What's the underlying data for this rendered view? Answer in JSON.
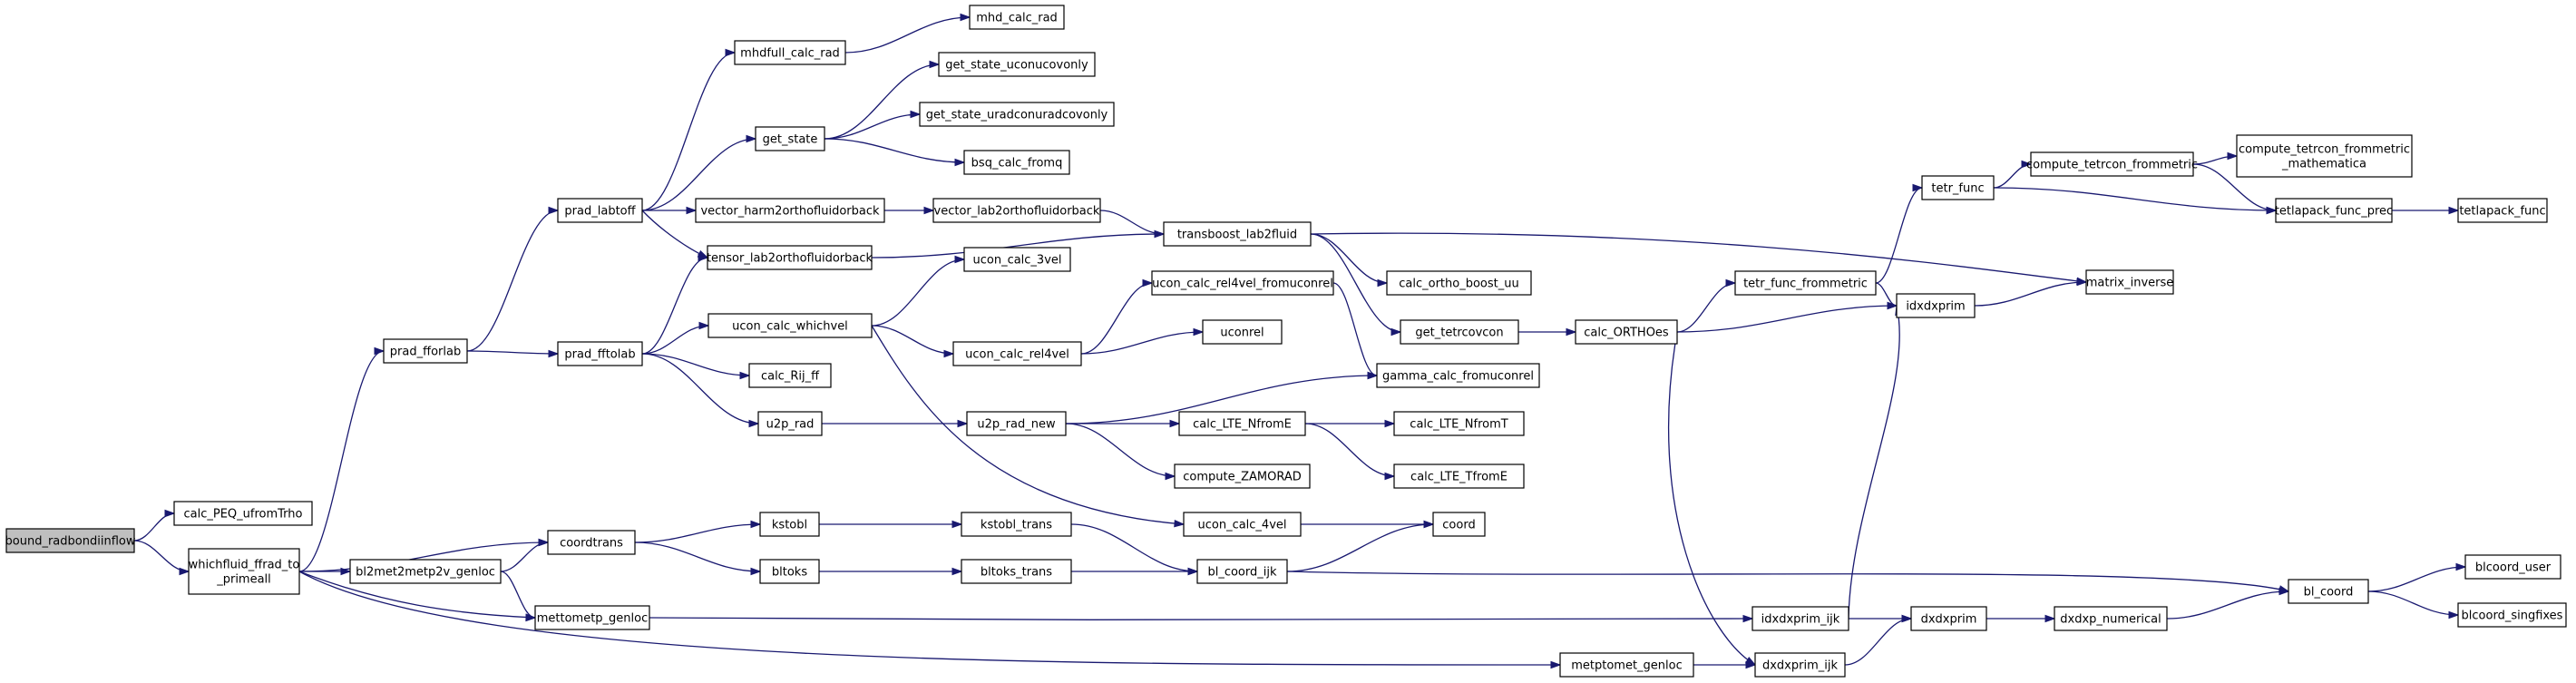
{
  "diagram": {
    "nodes": [
      {
        "id": "bound_radbondiinflow",
        "lines": [
          "bound_radbondiinflow"
        ],
        "root": true
      },
      {
        "id": "calc_PEQ_ufromTrho",
        "lines": [
          "calc_PEQ_ufromTrho"
        ]
      },
      {
        "id": "whichfluid_ffrad_to_primeall",
        "lines": [
          "whichfluid_ffrad_to",
          "_primeall"
        ]
      },
      {
        "id": "prad_fforlab",
        "lines": [
          "prad_fforlab"
        ]
      },
      {
        "id": "bl2met2metp2v_genloc",
        "lines": [
          "bl2met2metp2v_genloc"
        ]
      },
      {
        "id": "coordtrans",
        "lines": [
          "coordtrans"
        ]
      },
      {
        "id": "mettometp_genloc",
        "lines": [
          "mettometp_genloc"
        ]
      },
      {
        "id": "metptomet_genloc",
        "lines": [
          "metptomet_genloc"
        ]
      },
      {
        "id": "prad_labtoff",
        "lines": [
          "prad_labtoff"
        ]
      },
      {
        "id": "prad_fftolab",
        "lines": [
          "prad_fftolab"
        ]
      },
      {
        "id": "mhdfull_calc_rad",
        "lines": [
          "mhdfull_calc_rad"
        ]
      },
      {
        "id": "get_state",
        "lines": [
          "get_state"
        ]
      },
      {
        "id": "vector_harm2orthofluidorback",
        "lines": [
          "vector_harm2orthofluidorback"
        ]
      },
      {
        "id": "tensor_lab2orthofluidorback",
        "lines": [
          "tensor_lab2orthofluidorback"
        ]
      },
      {
        "id": "ucon_calc_whichvel",
        "lines": [
          "ucon_calc_whichvel"
        ]
      },
      {
        "id": "calc_Rij_ff",
        "lines": [
          "calc_Rij_ff"
        ]
      },
      {
        "id": "u2p_rad",
        "lines": [
          "u2p_rad"
        ]
      },
      {
        "id": "kstobl",
        "lines": [
          "kstobl"
        ]
      },
      {
        "id": "bltoks",
        "lines": [
          "bltoks"
        ]
      },
      {
        "id": "mhd_calc_rad",
        "lines": [
          "mhd_calc_rad"
        ]
      },
      {
        "id": "get_state_uconucovonly",
        "lines": [
          "get_state_uconucovonly"
        ]
      },
      {
        "id": "get_state_uradconuradcovonly",
        "lines": [
          "get_state_uradconuradcovonly"
        ]
      },
      {
        "id": "bsq_calc_fromq",
        "lines": [
          "bsq_calc_fromq"
        ]
      },
      {
        "id": "vector_lab2orthofluidorback",
        "lines": [
          "vector_lab2orthofluidorback"
        ]
      },
      {
        "id": "ucon_calc_3vel",
        "lines": [
          "ucon_calc_3vel"
        ]
      },
      {
        "id": "ucon_calc_rel4vel",
        "lines": [
          "ucon_calc_rel4vel"
        ]
      },
      {
        "id": "u2p_rad_new",
        "lines": [
          "u2p_rad_new"
        ]
      },
      {
        "id": "kstobl_trans",
        "lines": [
          "kstobl_trans"
        ]
      },
      {
        "id": "bltoks_trans",
        "lines": [
          "bltoks_trans"
        ]
      },
      {
        "id": "transboost_lab2fluid",
        "lines": [
          "transboost_lab2fluid"
        ]
      },
      {
        "id": "ucon_calc_rel4vel_fromuconrel",
        "lines": [
          "ucon_calc_rel4vel_fromuconrel"
        ]
      },
      {
        "id": "uconrel",
        "lines": [
          "uconrel"
        ]
      },
      {
        "id": "calc_LTE_NfromE",
        "lines": [
          "calc_LTE_NfromE"
        ]
      },
      {
        "id": "compute_ZAMORAD",
        "lines": [
          "compute_ZAMORAD"
        ]
      },
      {
        "id": "ucon_calc_4vel",
        "lines": [
          "ucon_calc_4vel"
        ]
      },
      {
        "id": "bl_coord_ijk",
        "lines": [
          "bl_coord_ijk"
        ]
      },
      {
        "id": "calc_ortho_boost_uu",
        "lines": [
          "calc_ortho_boost_uu"
        ]
      },
      {
        "id": "get_tetrcovcon",
        "lines": [
          "get_tetrcovcon"
        ]
      },
      {
        "id": "gamma_calc_fromuconrel",
        "lines": [
          "gamma_calc_fromuconrel"
        ]
      },
      {
        "id": "calc_LTE_NfromT",
        "lines": [
          "calc_LTE_NfromT"
        ]
      },
      {
        "id": "calc_LTE_TfromE",
        "lines": [
          "calc_LTE_TfromE"
        ]
      },
      {
        "id": "coord",
        "lines": [
          "coord"
        ]
      },
      {
        "id": "calc_ORTHOes",
        "lines": [
          "calc_ORTHOes"
        ]
      },
      {
        "id": "tetr_func_frommetric",
        "lines": [
          "tetr_func_frommetric"
        ]
      },
      {
        "id": "idxdxprim_ijk",
        "lines": [
          "idxdxprim_ijk"
        ]
      },
      {
        "id": "dxdxprim_ijk",
        "lines": [
          "dxdxprim_ijk"
        ]
      },
      {
        "id": "tetr_func",
        "lines": [
          "tetr_func"
        ]
      },
      {
        "id": "idxdxprim",
        "lines": [
          "idxdxprim"
        ]
      },
      {
        "id": "dxdxprim",
        "lines": [
          "dxdxprim"
        ]
      },
      {
        "id": "compute_tetrcon_frommetric",
        "lines": [
          "compute_tetrcon_frommetric"
        ]
      },
      {
        "id": "matrix_inverse",
        "lines": [
          "matrix_inverse"
        ]
      },
      {
        "id": "dxdxp_numerical",
        "lines": [
          "dxdxp_numerical"
        ]
      },
      {
        "id": "compute_tetrcon_frommetric_mathematica",
        "lines": [
          "compute_tetrcon_frommetric",
          "_mathematica"
        ]
      },
      {
        "id": "tetlapack_func_prec",
        "lines": [
          "tetlapack_func_prec"
        ]
      },
      {
        "id": "bl_coord",
        "lines": [
          "bl_coord"
        ]
      },
      {
        "id": "tetlapack_func",
        "lines": [
          "tetlapack_func"
        ]
      },
      {
        "id": "blcoord_user",
        "lines": [
          "blcoord_user"
        ]
      },
      {
        "id": "blcoord_singfixes",
        "lines": [
          "blcoord_singfixes"
        ]
      }
    ],
    "edges": [
      [
        "bound_radbondiinflow",
        "calc_PEQ_ufromTrho"
      ],
      [
        "bound_radbondiinflow",
        "whichfluid_ffrad_to_primeall"
      ],
      [
        "whichfluid_ffrad_to_primeall",
        "prad_fforlab"
      ],
      [
        "whichfluid_ffrad_to_primeall",
        "coordtrans"
      ],
      [
        "whichfluid_ffrad_to_primeall",
        "bl2met2metp2v_genloc"
      ],
      [
        "whichfluid_ffrad_to_primeall",
        "mettometp_genloc"
      ],
      [
        "whichfluid_ffrad_to_primeall",
        "metptomet_genloc"
      ],
      [
        "prad_fforlab",
        "prad_labtoff"
      ],
      [
        "prad_fforlab",
        "prad_fftolab"
      ],
      [
        "bl2met2metp2v_genloc",
        "coordtrans"
      ],
      [
        "bl2met2metp2v_genloc",
        "mettometp_genloc"
      ],
      [
        "coordtrans",
        "kstobl"
      ],
      [
        "coordtrans",
        "bltoks"
      ],
      [
        "mettometp_genloc",
        "idxdxprim_ijk"
      ],
      [
        "metptomet_genloc",
        "dxdxprim_ijk"
      ],
      [
        "prad_labtoff",
        "mhdfull_calc_rad"
      ],
      [
        "prad_labtoff",
        "get_state"
      ],
      [
        "prad_labtoff",
        "vector_harm2orthofluidorback"
      ],
      [
        "prad_labtoff",
        "tensor_lab2orthofluidorback"
      ],
      [
        "prad_fftolab",
        "tensor_lab2orthofluidorback"
      ],
      [
        "prad_fftolab",
        "ucon_calc_whichvel"
      ],
      [
        "prad_fftolab",
        "calc_Rij_ff"
      ],
      [
        "prad_fftolab",
        "u2p_rad"
      ],
      [
        "mhdfull_calc_rad",
        "mhd_calc_rad"
      ],
      [
        "get_state",
        "get_state_uconucovonly"
      ],
      [
        "get_state",
        "get_state_uradconuradcovonly"
      ],
      [
        "get_state",
        "bsq_calc_fromq"
      ],
      [
        "vector_harm2orthofluidorback",
        "vector_lab2orthofluidorback"
      ],
      [
        "vector_lab2orthofluidorback",
        "transboost_lab2fluid"
      ],
      [
        "tensor_lab2orthofluidorback",
        "transboost_lab2fluid"
      ],
      [
        "ucon_calc_whichvel",
        "ucon_calc_3vel"
      ],
      [
        "ucon_calc_whichvel",
        "ucon_calc_rel4vel"
      ],
      [
        "ucon_calc_whichvel",
        "ucon_calc_4vel"
      ],
      [
        "u2p_rad",
        "u2p_rad_new"
      ],
      [
        "kstobl",
        "kstobl_trans"
      ],
      [
        "bltoks",
        "bltoks_trans"
      ],
      [
        "kstobl_trans",
        "bl_coord_ijk"
      ],
      [
        "bltoks_trans",
        "bl_coord_ijk"
      ],
      [
        "transboost_lab2fluid",
        "calc_ortho_boost_uu"
      ],
      [
        "transboost_lab2fluid",
        "get_tetrcovcon"
      ],
      [
        "transboost_lab2fluid",
        "matrix_inverse"
      ],
      [
        "ucon_calc_rel4vel",
        "ucon_calc_rel4vel_fromuconrel"
      ],
      [
        "ucon_calc_rel4vel",
        "uconrel"
      ],
      [
        "ucon_calc_rel4vel_fromuconrel",
        "gamma_calc_fromuconrel"
      ],
      [
        "u2p_rad_new",
        "gamma_calc_fromuconrel"
      ],
      [
        "u2p_rad_new",
        "calc_LTE_NfromE"
      ],
      [
        "u2p_rad_new",
        "compute_ZAMORAD"
      ],
      [
        "calc_LTE_NfromE",
        "calc_LTE_NfromT"
      ],
      [
        "calc_LTE_NfromE",
        "calc_LTE_TfromE"
      ],
      [
        "ucon_calc_4vel",
        "coord"
      ],
      [
        "bl_coord_ijk",
        "coord"
      ],
      [
        "bl_coord_ijk",
        "bl_coord"
      ],
      [
        "get_tetrcovcon",
        "calc_ORTHOes"
      ],
      [
        "calc_ORTHOes",
        "tetr_func_frommetric"
      ],
      [
        "calc_ORTHOes",
        "idxdxprim"
      ],
      [
        "calc_ORTHOes",
        "dxdxprim_ijk"
      ],
      [
        "tetr_func_frommetric",
        "tetr_func"
      ],
      [
        "tetr_func_frommetric",
        "idxdxprim"
      ],
      [
        "idxdxprim_ijk",
        "idxdxprim"
      ],
      [
        "idxdxprim_ijk",
        "dxdxprim"
      ],
      [
        "dxdxprim_ijk",
        "dxdxprim"
      ],
      [
        "tetr_func",
        "compute_tetrcon_frommetric"
      ],
      [
        "tetr_func",
        "tetlapack_func_prec"
      ],
      [
        "idxdxprim",
        "matrix_inverse"
      ],
      [
        "dxdxprim",
        "dxdxp_numerical"
      ],
      [
        "compute_tetrcon_frommetric",
        "compute_tetrcon_frommetric_mathematica"
      ],
      [
        "compute_tetrcon_frommetric",
        "tetlapack_func_prec"
      ],
      [
        "tetlapack_func_prec",
        "tetlapack_func"
      ],
      [
        "dxdxp_numerical",
        "bl_coord"
      ],
      [
        "bl_coord",
        "blcoord_user"
      ],
      [
        "bl_coord",
        "blcoord_singfixes"
      ]
    ]
  }
}
